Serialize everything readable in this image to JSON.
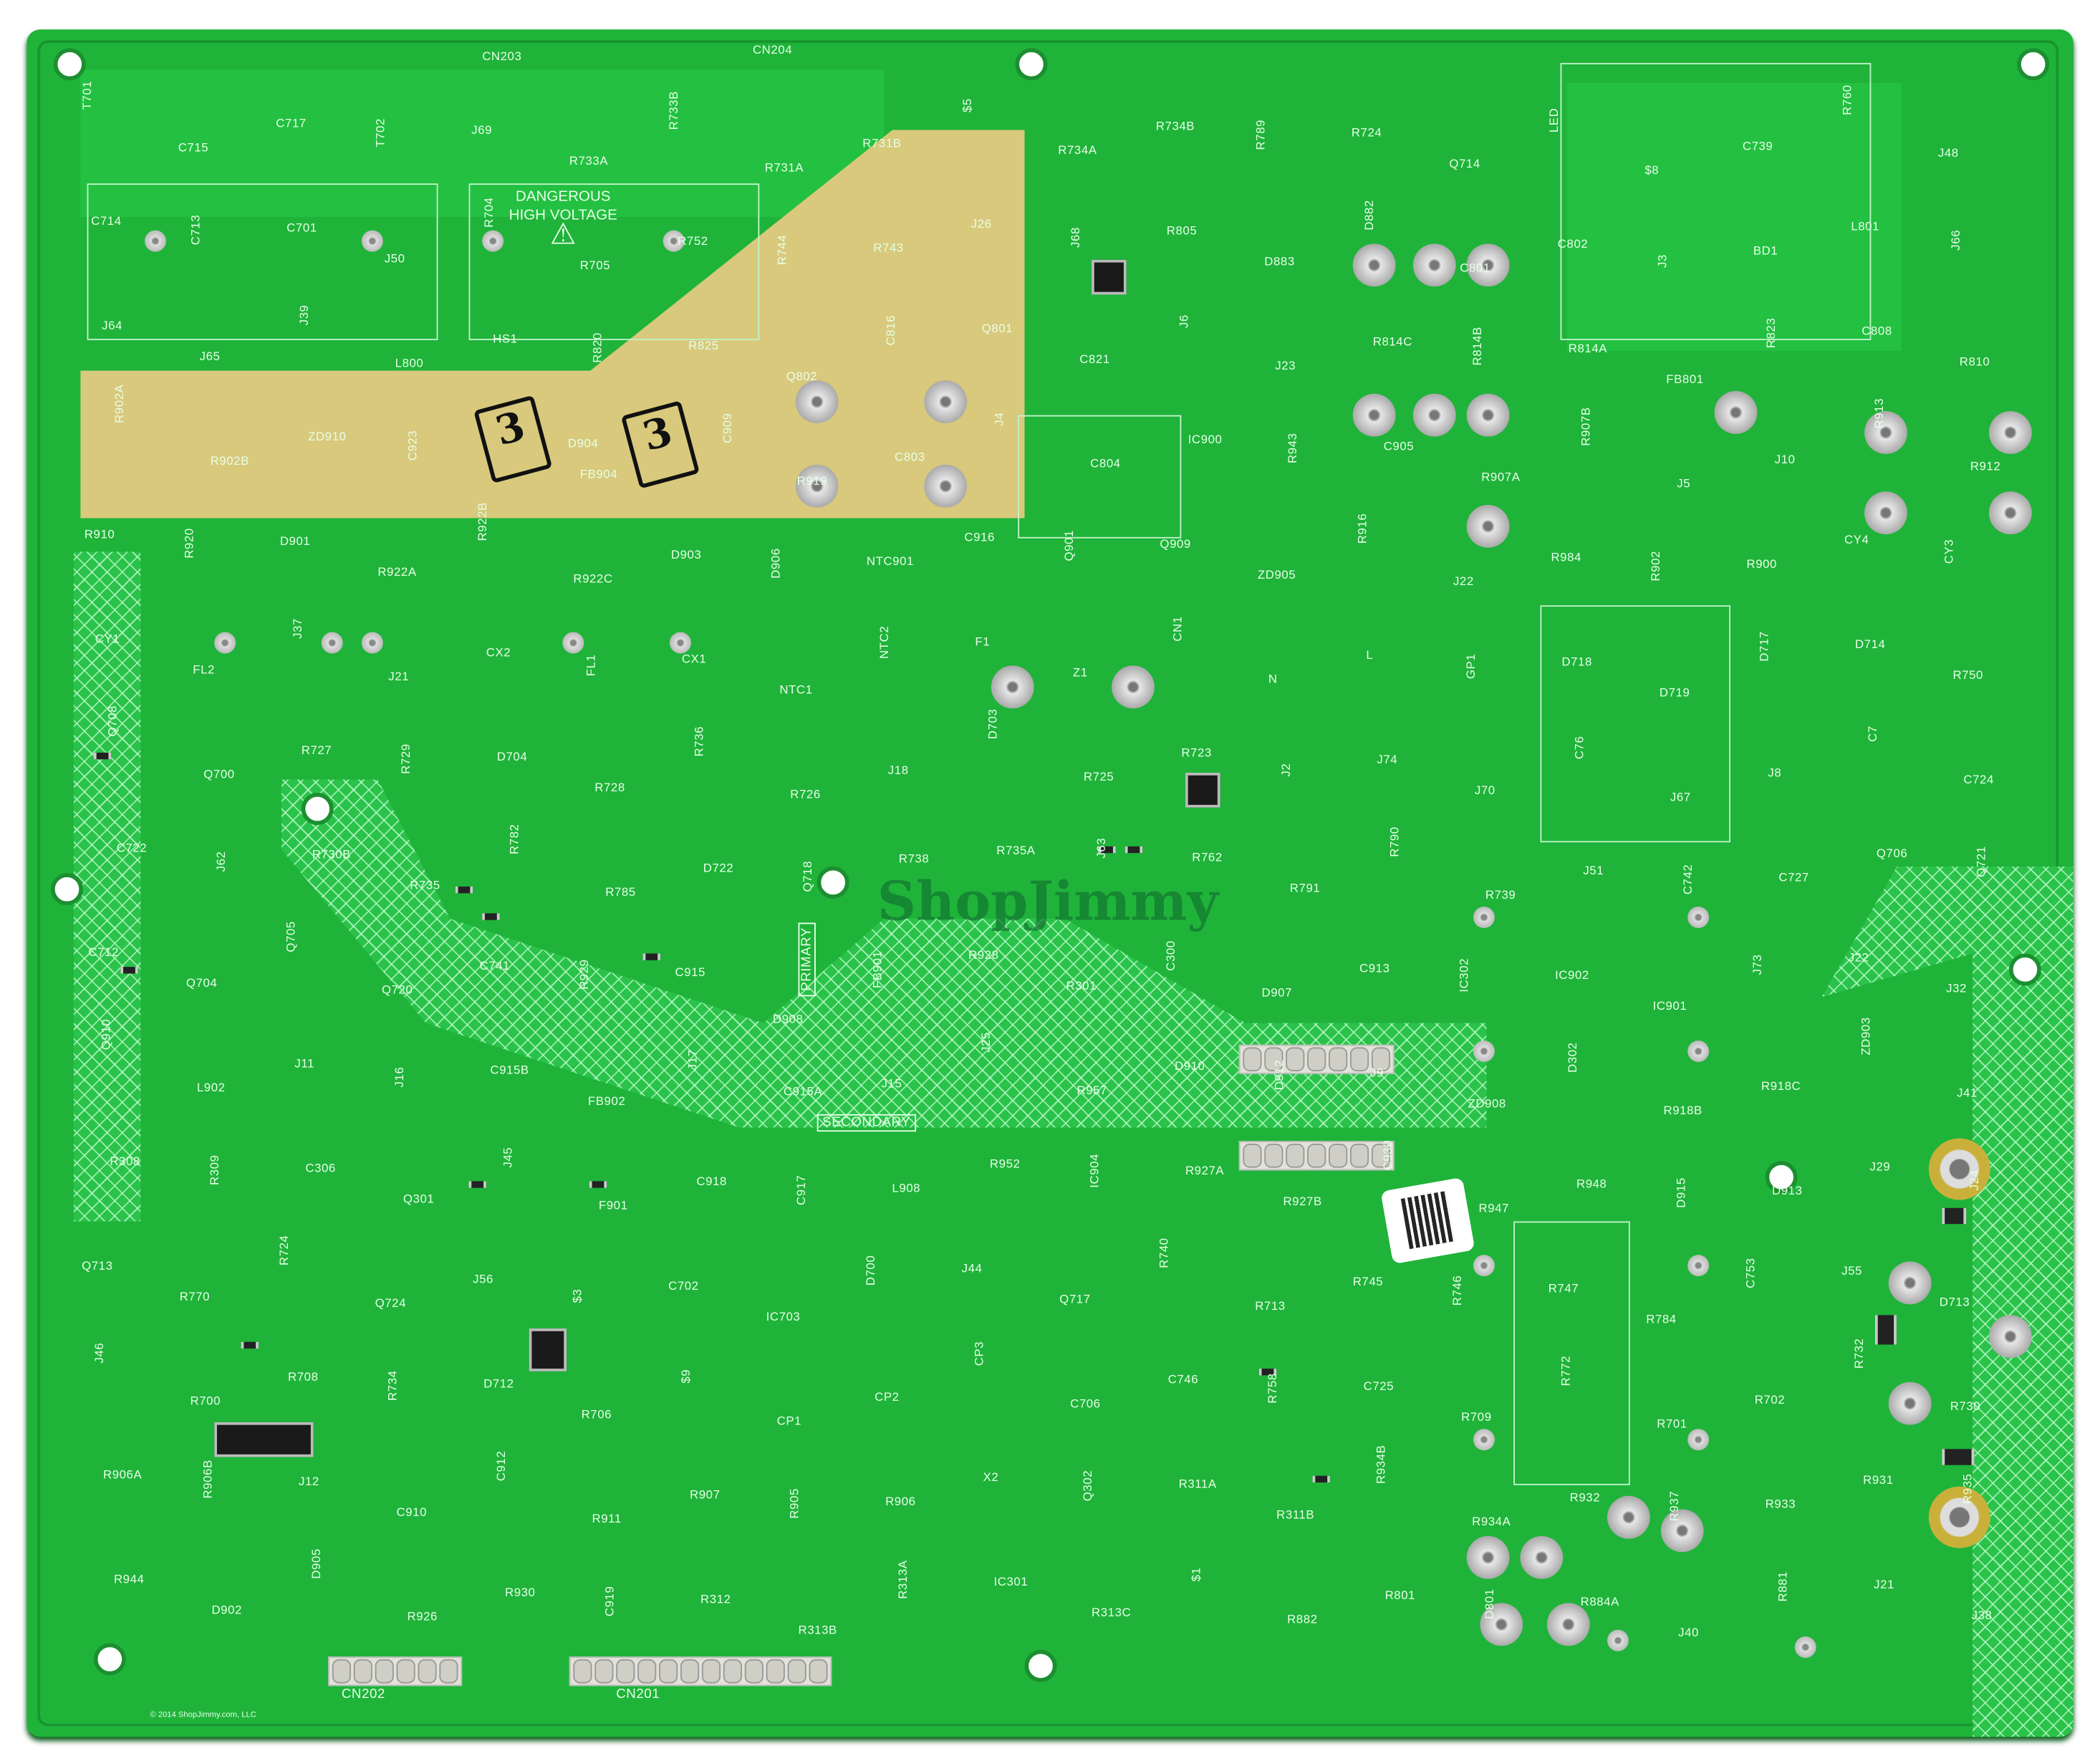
{
  "board": {
    "watermark": "ShopJimmy",
    "copyright": "© 2014 ShopJimmy.com, LLC",
    "warning": [
      "DANGEROUS",
      "HIGH VOLTAGE"
    ],
    "primary_label": "PRIMARY",
    "secondary_label": "SECONDARY",
    "handwritten_marks": [
      "3",
      "3"
    ],
    "colors": {
      "board": "#1fb33a",
      "silkscreen": "#e8ffe8",
      "copper_clear": "#d8c97c"
    }
  },
  "connectors": {
    "cn201": "CN201",
    "cn202": "CN202",
    "cn203": "CN203",
    "cn204": "CN204"
  },
  "labels": [
    "T701",
    "C715",
    "C717",
    "T702",
    "J69",
    "R733A",
    "R733B",
    "R731A",
    "R731B",
    "$5",
    "R734A",
    "R734B",
    "R789",
    "R724",
    "Q714",
    "LED",
    "$8",
    "C739",
    "R760",
    "J48",
    "C714",
    "C713",
    "C701",
    "J50",
    "R704",
    "R705",
    "R752",
    "R744",
    "R743",
    "J26",
    "J68",
    "R805",
    "D883",
    "D882",
    "C801",
    "C802",
    "J3",
    "BD1",
    "L801",
    "J66",
    "J64",
    "J65",
    "J39",
    "L800",
    "HS1",
    "R820",
    "R825",
    "Q802",
    "C816",
    "Q801",
    "C821",
    "J6",
    "J23",
    "R814C",
    "R814B",
    "R814A",
    "FB801",
    "R823",
    "C808",
    "R810",
    "R902A",
    "R902B",
    "ZD910",
    "C923",
    "D904",
    "FB904",
    "C909",
    "R919",
    "C803",
    "J4",
    "C804",
    "IC900",
    "R943",
    "C905",
    "R907A",
    "R907B",
    "J5",
    "J10",
    "R913",
    "R912",
    "R910",
    "R920",
    "D901",
    "R922A",
    "R922B",
    "R922C",
    "D903",
    "D906",
    "NTC901",
    "C916",
    "Q901",
    "Q909",
    "ZD905",
    "R916",
    "J22",
    "R984",
    "R902",
    "R900",
    "CY4",
    "CY3",
    "CY1",
    "FL2",
    "J37",
    "J21",
    "CX2",
    "FL1",
    "CX1",
    "NTC1",
    "NTC2",
    "F1",
    "Z1",
    "CN1",
    "N",
    "L",
    "GP1",
    "D718",
    "D719",
    "D717",
    "D714",
    "R750",
    "Q708",
    "Q700",
    "R727",
    "R729",
    "D704",
    "R728",
    "R736",
    "R726",
    "J18",
    "D703",
    "R725",
    "R723",
    "J2",
    "J74",
    "J70",
    "C76",
    "J67",
    "J8",
    "C7",
    "C724",
    "C722",
    "J62",
    "R730B",
    "R735",
    "R782",
    "R785",
    "D722",
    "Q718",
    "R738",
    "R735A",
    "J63",
    "R762",
    "R791",
    "R790",
    "R739",
    "J51",
    "C742",
    "C727",
    "Q706",
    "Q721",
    "C712",
    "Q704",
    "Q705",
    "Q720",
    "C741",
    "R929",
    "C915",
    "D908",
    "FB901",
    "R928",
    "R301",
    "C300",
    "D907",
    "C913",
    "IC302",
    "IC902",
    "IC901",
    "J73",
    "J22",
    "J32",
    "Q910",
    "L902",
    "J11",
    "J16",
    "C915B",
    "FB902",
    "J17",
    "C915A",
    "J15",
    "J25",
    "R957",
    "D910",
    "D912",
    "J9",
    "ZD908",
    "D302",
    "R918B",
    "R918C",
    "ZD903",
    "J41",
    "R308",
    "R309",
    "C306",
    "Q301",
    "J45",
    "F901",
    "C918",
    "C917",
    "L908",
    "R952",
    "IC904",
    "R927A",
    "R927B",
    "C930",
    "R947",
    "R948",
    "D915",
    "D913",
    "J29",
    "J24",
    "Q713",
    "R770",
    "R724",
    "Q724",
    "J56",
    "$3",
    "C702",
    "IC703",
    "D700",
    "J44",
    "Q717",
    "R740",
    "R713",
    "R745",
    "R746",
    "R747",
    "R784",
    "C753",
    "J55",
    "D713",
    "J46",
    "R700",
    "R708",
    "R734",
    "D712",
    "R706",
    "$9",
    "CP1",
    "CP2",
    "CP3",
    "C706",
    "C746",
    "R758",
    "C725",
    "R709",
    "R772",
    "R701",
    "R702",
    "R732",
    "R730",
    "R906A",
    "R906B",
    "J12",
    "C910",
    "C912",
    "R911",
    "R907",
    "R905",
    "R906",
    "X2",
    "Q302",
    "R311A",
    "R311B",
    "R934B",
    "R934A",
    "R932",
    "R937",
    "R933",
    "R931",
    "R935",
    "R944",
    "D902",
    "D905",
    "R926",
    "R930",
    "C919",
    "R312",
    "R313B",
    "R313A",
    "IC301",
    "R313C",
    "$1",
    "R882",
    "R801",
    "D801",
    "R884A",
    "J40",
    "R881",
    "J21",
    "J38"
  ]
}
